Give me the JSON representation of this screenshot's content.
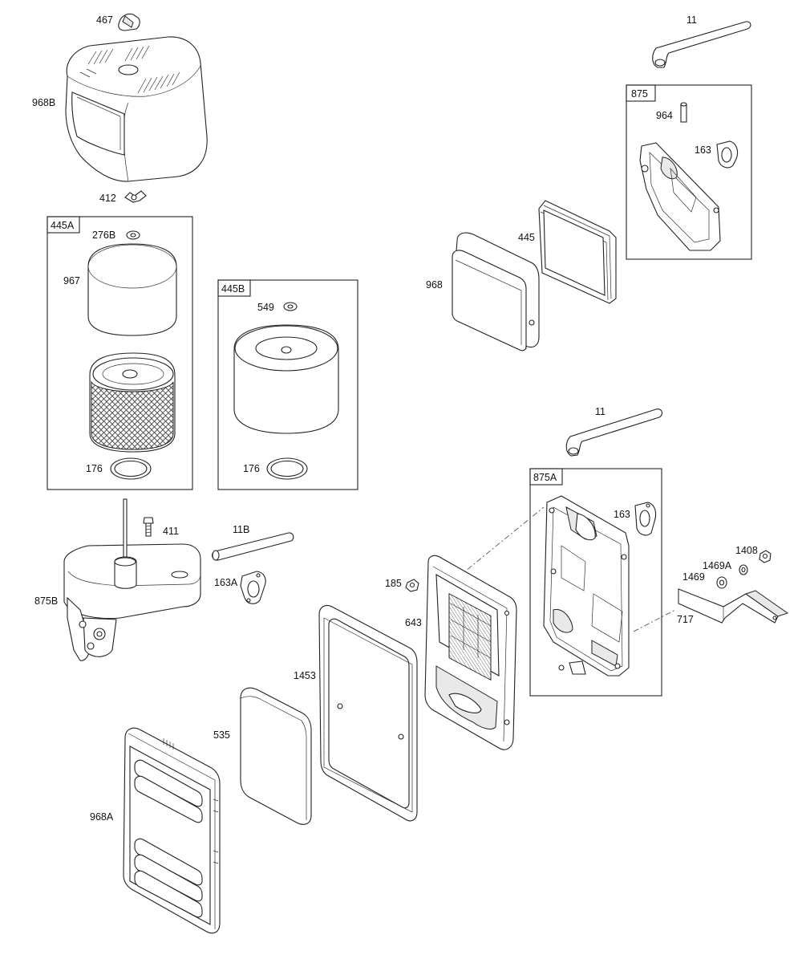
{
  "labels": {
    "p467": "467",
    "p968B": "968B",
    "p412": "412",
    "p445A": "445A",
    "p276B": "276B",
    "p967": "967",
    "p176a": "176",
    "p445B": "445B",
    "p549": "549",
    "p176b": "176",
    "p411": "411",
    "p875B": "875B",
    "p11B": "11B",
    "p163A": "163A",
    "p11a": "11",
    "p875": "875",
    "p964": "964",
    "p163a": "163",
    "p445": "445",
    "p968": "968",
    "p11b": "11",
    "p875A": "875A",
    "p163b": "163",
    "p185": "185",
    "p643": "643",
    "p1408": "1408",
    "p1469A": "1469A",
    "p1469": "1469",
    "p717": "717",
    "p1453": "1453",
    "p535": "535",
    "p968A": "968A"
  }
}
